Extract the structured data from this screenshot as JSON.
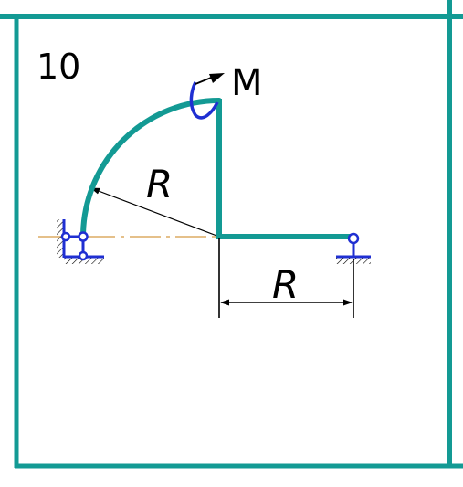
{
  "problem": {
    "number": "10",
    "moment_label": "M",
    "arc_radius_label": "R",
    "span_radius_label": "R"
  },
  "colors": {
    "frame_border": "#139a94",
    "beam": "#139a94",
    "support": "#1f2fd2",
    "moment_arrow": "#1f2fd2",
    "center_line": "#d59a44",
    "dimension": "#000000"
  },
  "supports": {
    "left": "fixed-pin-support",
    "right": "roller-support"
  }
}
